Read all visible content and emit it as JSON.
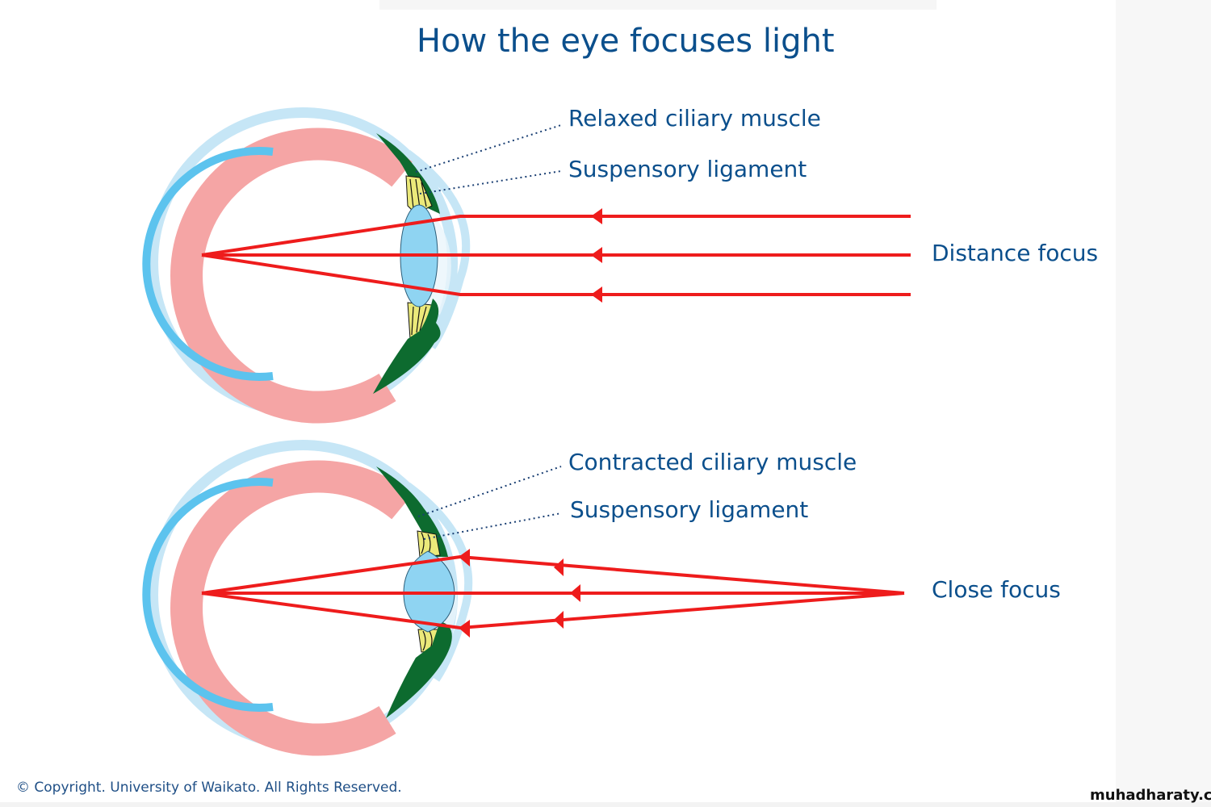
{
  "title": "How the eye focuses light",
  "colors": {
    "text": "#0b4f8c",
    "ray": "#ee1c1c",
    "sclera": "#f5a5a5",
    "outer_layer": "#c6e6f6",
    "retina": "#5cc3ee",
    "lens": "#8fd4f2",
    "ciliary_muscle": "#0d6b2f",
    "ligament": "#ebe97a",
    "leader_line": "#1a3f73"
  },
  "diagrams": [
    {
      "id": "distance",
      "labels": {
        "muscle": "Relaxed ciliary muscle",
        "ligament": "Suspensory ligament",
        "focus": "Distance focus"
      },
      "light_source": "parallel rays",
      "ray_count": 3
    },
    {
      "id": "close",
      "labels": {
        "muscle": "Contracted ciliary muscle",
        "ligament": "Suspensory ligament",
        "focus": "Close focus"
      },
      "light_source": "point source",
      "ray_count": 3
    }
  ],
  "footer": {
    "copyright": "© Copyright. University of Waikato. All Rights Reserved.",
    "watermark": "muhadharaty.com"
  }
}
